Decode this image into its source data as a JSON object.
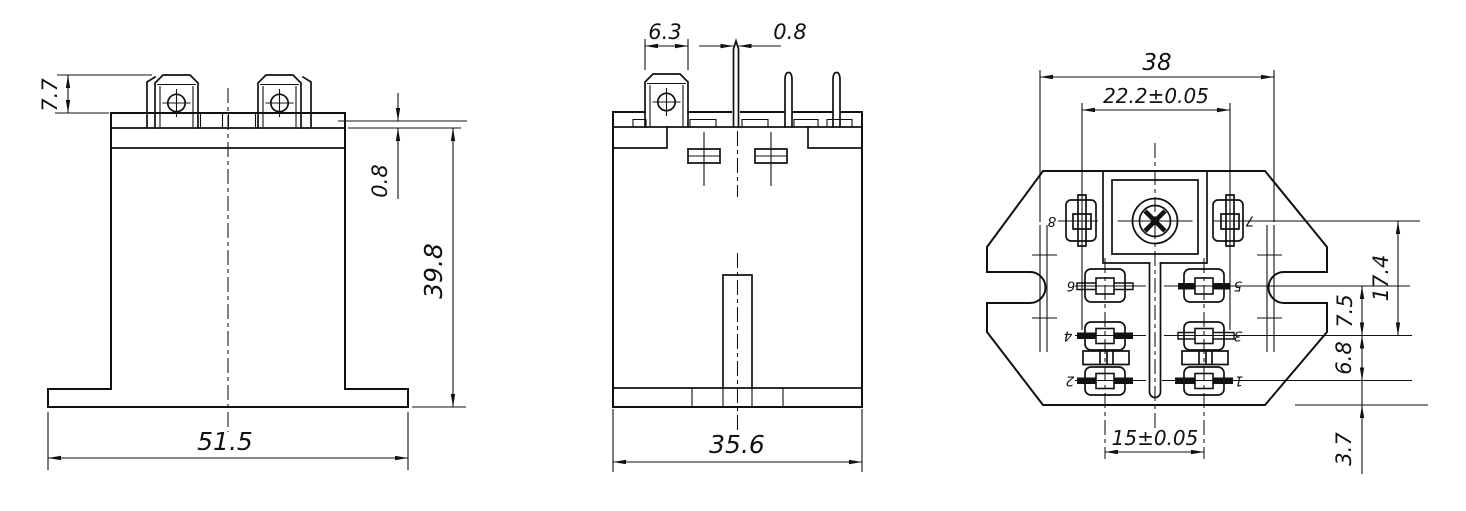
{
  "colors": {
    "line": "#111111",
    "background": "#ffffff"
  },
  "front_view": {
    "terminal_height": "7.7",
    "cover_lip": "0.8",
    "body_height": "39.8",
    "base_width": "51.5"
  },
  "side_view": {
    "terminal_width": "6.3",
    "pin_thickness": "0.8",
    "body_width": "35.6"
  },
  "bottom_view": {
    "mounting_slot_span": "38",
    "blade_row_spacing": "22.2±0.05",
    "pin_field_height": "17.4",
    "row_gap_upper": "7.5",
    "row_gap_lower": "6.8",
    "bottom_edge_offset": "3.7",
    "pin_column_spacing": "15±0.05",
    "pins": [
      "1",
      "2",
      "3",
      "4",
      "5",
      "6",
      "7",
      "8"
    ]
  }
}
